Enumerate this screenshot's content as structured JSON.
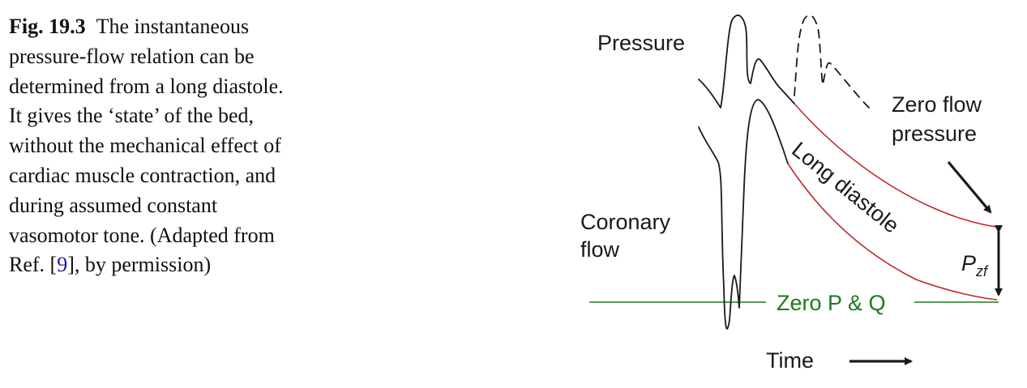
{
  "caption": {
    "label": "Fig. 19.3",
    "text_before_ref": "The instantaneous pressure-flow relation can be determined from a long diastole. It gives the ‘state’ of the bed, without the mechanical effect of cardiac muscle contraction, and during assumed constant vasomotor tone. (Adapted from Ref. [",
    "ref_number": "9",
    "text_after_ref": "], by permission)"
  },
  "figure": {
    "labels": {
      "pressure": "Pressure",
      "coronary_line1": "Coronary",
      "coronary_line2": "flow",
      "zero_flow_line1": "Zero flow",
      "zero_flow_line2": "pressure",
      "long_diastole": "Long diastole",
      "pzf_main": "P",
      "pzf_sub": "zf",
      "zero_pq": "Zero P & Q",
      "time": "Time"
    },
    "colors": {
      "trace": "#1a1a1a",
      "diastole_curve": "#c0282c",
      "zero_line": "#1d7a1d"
    }
  }
}
